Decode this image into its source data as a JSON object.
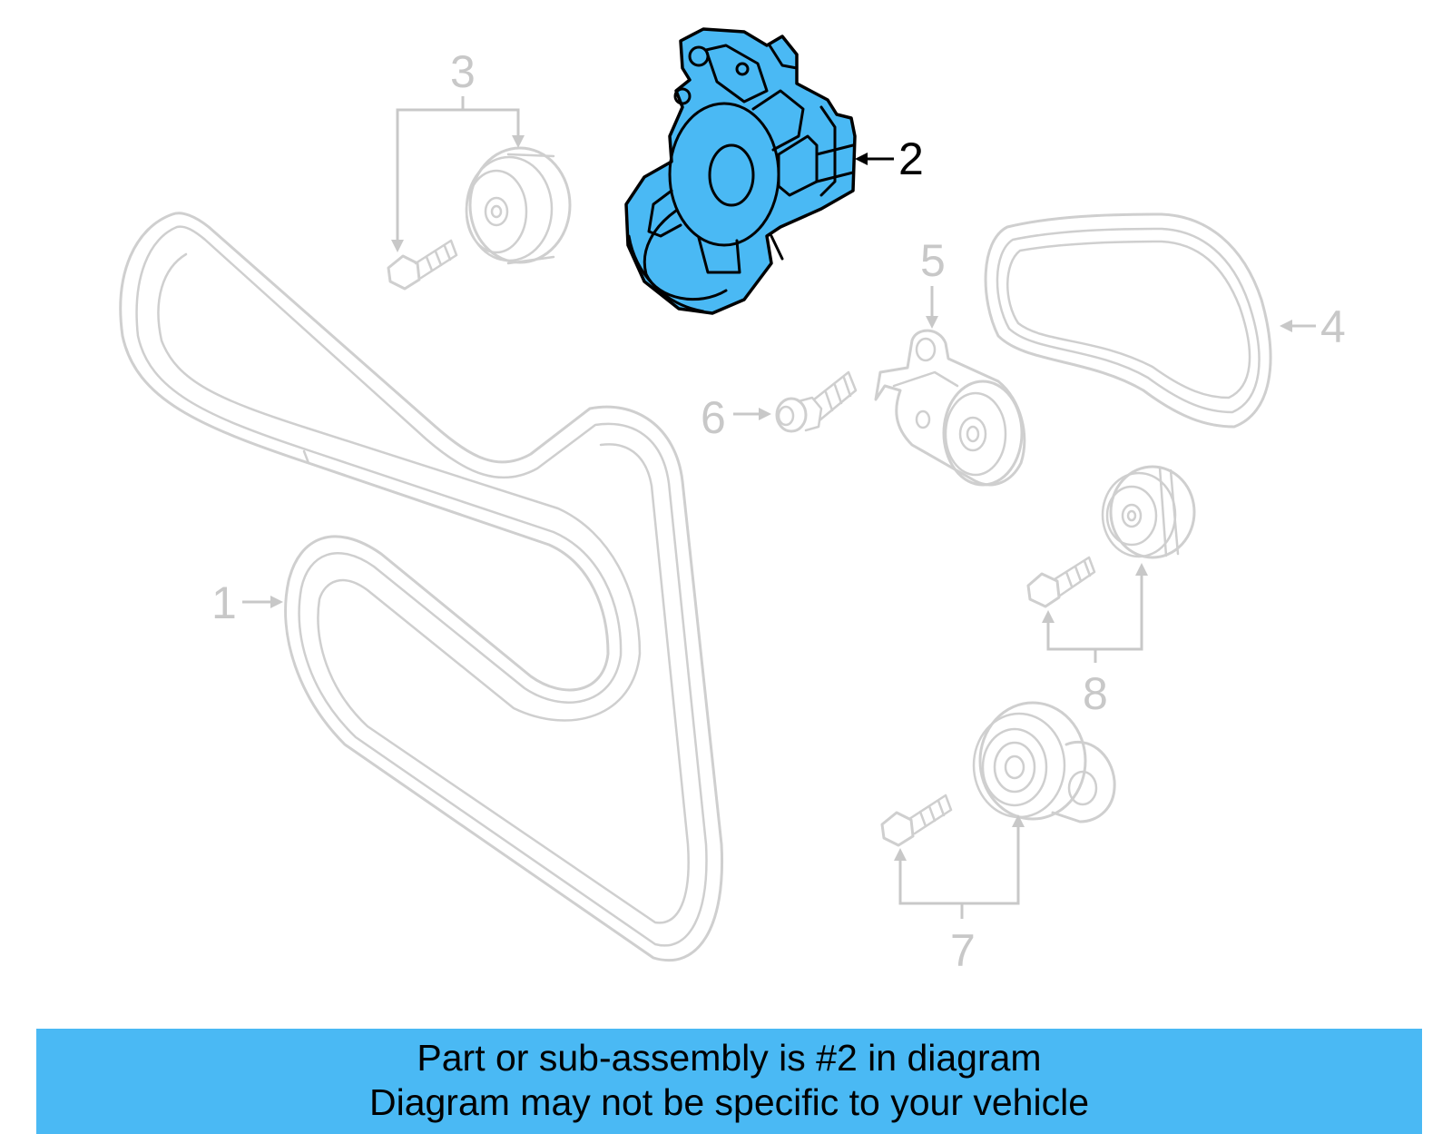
{
  "callouts": {
    "c1": "1",
    "c2": "2",
    "c3": "3",
    "c4": "4",
    "c5": "5",
    "c6": "6",
    "c7": "7",
    "c8": "8"
  },
  "highlight_color": "#4ab9f4",
  "ghost_color": "#cfcfcf",
  "banner": {
    "line1": "Part or sub-assembly is #2 in diagram",
    "line2": "Diagram may not be specific to your vehicle"
  }
}
